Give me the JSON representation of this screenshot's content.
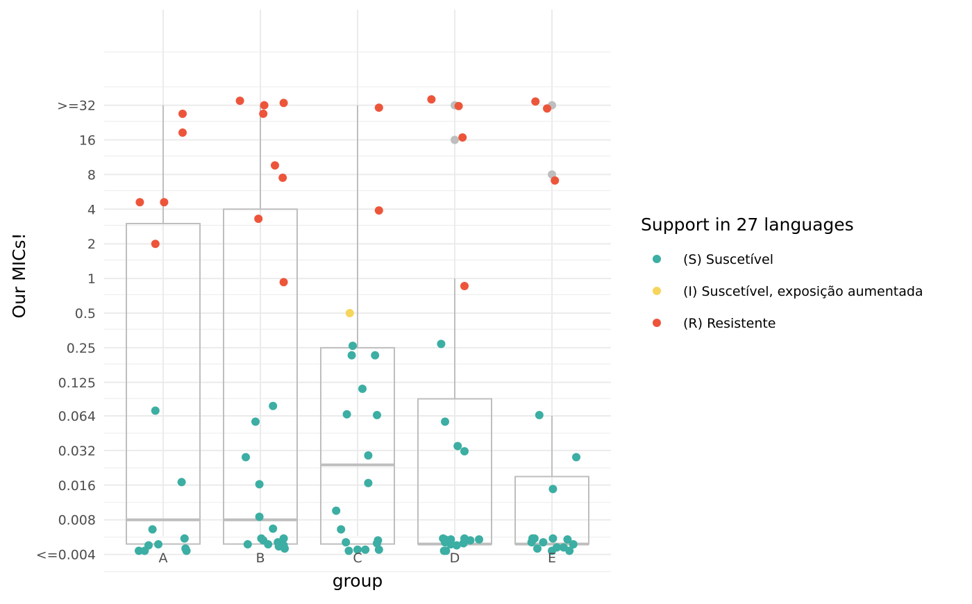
{
  "chart_data": {
    "type": "box+jitter",
    "xlabel": "group",
    "ylabel": "Our MICs!",
    "y_scale": "log2",
    "categories": [
      "A",
      "B",
      "C",
      "D",
      "E"
    ],
    "y_tick_labels": [
      "<=0.004",
      "0.008",
      "0.016",
      "0.032",
      "0.064",
      "0.125",
      "0.25",
      "0.5",
      "1",
      "2",
      "4",
      "8",
      "16",
      ">=32"
    ],
    "y_tick_values": [
      0.004,
      0.008,
      0.016,
      0.032,
      0.064,
      0.125,
      0.25,
      0.5,
      1,
      2,
      4,
      8,
      16,
      32
    ],
    "legend": {
      "title": "Support in 27 languages",
      "position": "right",
      "entries": [
        {
          "key": "S",
          "label": "(S) Suscetível",
          "color": "#3caea3"
        },
        {
          "key": "I",
          "label": "(I) Suscetível, exposição aumentada",
          "color": "#f6d55c"
        },
        {
          "key": "R",
          "label": "(R) Resistente",
          "color": "#ed553b"
        }
      ]
    },
    "no_interpretation_color": "#bebebe",
    "box_color": "#bebebe",
    "boxes": [
      {
        "group": "A",
        "lower": 0.004,
        "q1": 0.004,
        "median": 0.008,
        "q3": 3,
        "upper": 32
      },
      {
        "group": "B",
        "lower": 0.004,
        "q1": 0.004,
        "median": 0.008,
        "q3": 4,
        "upper": 32
      },
      {
        "group": "C",
        "lower": 0.004,
        "q1": 0.004,
        "median": 0.024,
        "q3": 0.25,
        "upper": 32
      },
      {
        "group": "D",
        "lower": 0.004,
        "q1": 0.004,
        "median": 0.004,
        "q3": 0.09,
        "upper": 1
      },
      {
        "group": "E",
        "lower": 0.004,
        "q1": 0.004,
        "median": 0.004,
        "q3": 0.019,
        "upper": 0.064
      }
    ],
    "points": [
      {
        "group": "A",
        "j": -0.24,
        "y": 4.6,
        "class": "R"
      },
      {
        "group": "A",
        "j": -0.08,
        "y": 2.0,
        "class": "R"
      },
      {
        "group": "A",
        "j": 0.01,
        "y": 4.6,
        "class": "R"
      },
      {
        "group": "A",
        "j": 0.2,
        "y": 18.5,
        "class": "R"
      },
      {
        "group": "A",
        "j": 0.2,
        "y": 27,
        "class": "R"
      },
      {
        "group": "A",
        "j": -0.08,
        "y": 0.071,
        "class": "S"
      },
      {
        "group": "A",
        "j": 0.19,
        "y": 0.017,
        "class": "S"
      },
      {
        "group": "A",
        "j": -0.11,
        "y": 0.0066,
        "class": "S"
      },
      {
        "group": "A",
        "j": 0.22,
        "y": 0.0055,
        "class": "S"
      },
      {
        "group": "A",
        "j": -0.05,
        "y": 0.0049,
        "class": "S"
      },
      {
        "group": "A",
        "j": -0.15,
        "y": 0.0048,
        "class": "S"
      },
      {
        "group": "A",
        "j": -0.25,
        "y": 0.0043,
        "class": "S"
      },
      {
        "group": "A",
        "j": -0.19,
        "y": 0.0043,
        "class": "S"
      },
      {
        "group": "A",
        "j": 0.23,
        "y": 0.0045,
        "class": "S"
      },
      {
        "group": "A",
        "j": 0.24,
        "y": 0.0043,
        "class": "S"
      },
      {
        "group": "B",
        "j": -0.21,
        "y": 35,
        "class": "R"
      },
      {
        "group": "B",
        "j": 0.04,
        "y": 32,
        "class": "R"
      },
      {
        "group": "B",
        "j": 0.24,
        "y": 33.5,
        "class": "R"
      },
      {
        "group": "B",
        "j": 0.03,
        "y": 27,
        "class": "R"
      },
      {
        "group": "B",
        "j": 0.15,
        "y": 9.6,
        "class": "R"
      },
      {
        "group": "B",
        "j": 0.23,
        "y": 7.5,
        "class": "R"
      },
      {
        "group": "B",
        "j": -0.02,
        "y": 3.3,
        "class": "R"
      },
      {
        "group": "B",
        "j": 0.24,
        "y": 0.93,
        "class": "R"
      },
      {
        "group": "B",
        "j": 0.13,
        "y": 0.078,
        "class": "S"
      },
      {
        "group": "B",
        "j": -0.05,
        "y": 0.057,
        "class": "S"
      },
      {
        "group": "B",
        "j": -0.15,
        "y": 0.028,
        "class": "S"
      },
      {
        "group": "B",
        "j": -0.01,
        "y": 0.0163,
        "class": "S"
      },
      {
        "group": "B",
        "j": -0.01,
        "y": 0.0085,
        "class": "S"
      },
      {
        "group": "B",
        "j": 0.13,
        "y": 0.0067,
        "class": "S"
      },
      {
        "group": "B",
        "j": 0.01,
        "y": 0.0055,
        "class": "S"
      },
      {
        "group": "B",
        "j": 0.03,
        "y": 0.0053,
        "class": "S"
      },
      {
        "group": "B",
        "j": 0.24,
        "y": 0.0055,
        "class": "S"
      },
      {
        "group": "B",
        "j": 0.18,
        "y": 0.0051,
        "class": "S"
      },
      {
        "group": "B",
        "j": 0.08,
        "y": 0.0049,
        "class": "S"
      },
      {
        "group": "B",
        "j": -0.13,
        "y": 0.0049,
        "class": "S"
      },
      {
        "group": "B",
        "j": 0.19,
        "y": 0.0047,
        "class": "S"
      },
      {
        "group": "B",
        "j": 0.24,
        "y": 0.0048,
        "class": "S"
      },
      {
        "group": "B",
        "j": 0.25,
        "y": 0.0045,
        "class": "S"
      },
      {
        "group": "C",
        "j": 0.22,
        "y": 30.5,
        "class": "R"
      },
      {
        "group": "C",
        "j": 0.22,
        "y": 3.9,
        "class": "R"
      },
      {
        "group": "C",
        "j": -0.08,
        "y": 0.5,
        "class": "I"
      },
      {
        "group": "C",
        "j": -0.05,
        "y": 0.26,
        "class": "S"
      },
      {
        "group": "C",
        "j": -0.06,
        "y": 0.215,
        "class": "S"
      },
      {
        "group": "C",
        "j": 0.18,
        "y": 0.215,
        "class": "S"
      },
      {
        "group": "C",
        "j": 0.05,
        "y": 0.11,
        "class": "S"
      },
      {
        "group": "C",
        "j": -0.11,
        "y": 0.066,
        "class": "S"
      },
      {
        "group": "C",
        "j": 0.2,
        "y": 0.065,
        "class": "S"
      },
      {
        "group": "C",
        "j": 0.11,
        "y": 0.029,
        "class": "S"
      },
      {
        "group": "C",
        "j": 0.11,
        "y": 0.0167,
        "class": "S"
      },
      {
        "group": "C",
        "j": -0.22,
        "y": 0.0096,
        "class": "S"
      },
      {
        "group": "C",
        "j": -0.17,
        "y": 0.0066,
        "class": "S"
      },
      {
        "group": "C",
        "j": -0.12,
        "y": 0.0051,
        "class": "S"
      },
      {
        "group": "C",
        "j": 0.21,
        "y": 0.0053,
        "class": "S"
      },
      {
        "group": "C",
        "j": 0.2,
        "y": 0.005,
        "class": "S"
      },
      {
        "group": "C",
        "j": -0.09,
        "y": 0.0043,
        "class": "S"
      },
      {
        "group": "C",
        "j": 0.0,
        "y": 0.0044,
        "class": "S"
      },
      {
        "group": "C",
        "j": 0.08,
        "y": 0.0044,
        "class": "S"
      },
      {
        "group": "C",
        "j": 0.22,
        "y": 0.0044,
        "class": "S"
      },
      {
        "group": "D",
        "j": -0.24,
        "y": 36,
        "class": "R"
      },
      {
        "group": "D",
        "j": 0.0,
        "y": 32,
        "class": "NA"
      },
      {
        "group": "D",
        "j": 0.04,
        "y": 31.5,
        "class": "R"
      },
      {
        "group": "D",
        "j": 0.0,
        "y": 16,
        "class": "NA"
      },
      {
        "group": "D",
        "j": 0.08,
        "y": 16.8,
        "class": "R"
      },
      {
        "group": "D",
        "j": 0.1,
        "y": 0.86,
        "class": "R"
      },
      {
        "group": "D",
        "j": -0.14,
        "y": 0.27,
        "class": "S"
      },
      {
        "group": "D",
        "j": -0.1,
        "y": 0.057,
        "class": "S"
      },
      {
        "group": "D",
        "j": 0.03,
        "y": 0.035,
        "class": "S"
      },
      {
        "group": "D",
        "j": 0.1,
        "y": 0.0315,
        "class": "S"
      },
      {
        "group": "D",
        "j": -0.12,
        "y": 0.0055,
        "class": "S"
      },
      {
        "group": "D",
        "j": -0.1,
        "y": 0.0054,
        "class": "S"
      },
      {
        "group": "D",
        "j": -0.04,
        "y": 0.0054,
        "class": "S"
      },
      {
        "group": "D",
        "j": 0.1,
        "y": 0.0055,
        "class": "S"
      },
      {
        "group": "D",
        "j": 0.16,
        "y": 0.0053,
        "class": "S"
      },
      {
        "group": "D",
        "j": 0.25,
        "y": 0.0054,
        "class": "S"
      },
      {
        "group": "D",
        "j": -0.1,
        "y": 0.0051,
        "class": "S"
      },
      {
        "group": "D",
        "j": 0.09,
        "y": 0.005,
        "class": "S"
      },
      {
        "group": "D",
        "j": -0.04,
        "y": 0.0049,
        "class": "S"
      },
      {
        "group": "D",
        "j": 0.02,
        "y": 0.0048,
        "class": "S"
      },
      {
        "group": "D",
        "j": -0.11,
        "y": 0.0043,
        "class": "S"
      },
      {
        "group": "D",
        "j": -0.09,
        "y": 0.0043,
        "class": "S"
      },
      {
        "group": "E",
        "j": -0.17,
        "y": 34.5,
        "class": "R"
      },
      {
        "group": "E",
        "j": 0.0,
        "y": 32,
        "class": "NA"
      },
      {
        "group": "E",
        "j": -0.05,
        "y": 30,
        "class": "R"
      },
      {
        "group": "E",
        "j": 0.0,
        "y": 8,
        "class": "NA"
      },
      {
        "group": "E",
        "j": 0.03,
        "y": 7.1,
        "class": "R"
      },
      {
        "group": "E",
        "j": -0.13,
        "y": 0.065,
        "class": "S"
      },
      {
        "group": "E",
        "j": 0.25,
        "y": 0.028,
        "class": "S"
      },
      {
        "group": "E",
        "j": 0.01,
        "y": 0.0148,
        "class": "S"
      },
      {
        "group": "E",
        "j": -0.2,
        "y": 0.0055,
        "class": "S"
      },
      {
        "group": "E",
        "j": -0.18,
        "y": 0.0055,
        "class": "S"
      },
      {
        "group": "E",
        "j": 0.01,
        "y": 0.0055,
        "class": "S"
      },
      {
        "group": "E",
        "j": 0.16,
        "y": 0.0054,
        "class": "S"
      },
      {
        "group": "E",
        "j": -0.21,
        "y": 0.0051,
        "class": "S"
      },
      {
        "group": "E",
        "j": -0.09,
        "y": 0.0051,
        "class": "S"
      },
      {
        "group": "E",
        "j": 0.22,
        "y": 0.0049,
        "class": "S"
      },
      {
        "group": "E",
        "j": -0.15,
        "y": 0.0045,
        "class": "S"
      },
      {
        "group": "E",
        "j": 0.05,
        "y": 0.0046,
        "class": "S"
      },
      {
        "group": "E",
        "j": 0.12,
        "y": 0.0046,
        "class": "S"
      },
      {
        "group": "E",
        "j": 0.0,
        "y": 0.0043,
        "class": "S"
      },
      {
        "group": "E",
        "j": 0.18,
        "y": 0.0043,
        "class": "S"
      }
    ]
  }
}
